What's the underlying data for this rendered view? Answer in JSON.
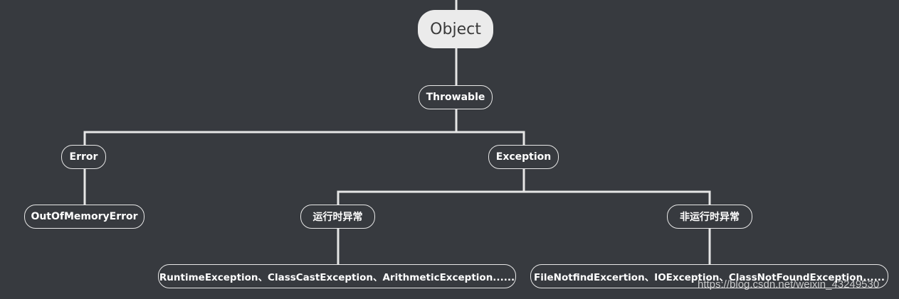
{
  "diagram": {
    "root": "Object",
    "throwable": "Throwable",
    "error": "Error",
    "exception": "Exception",
    "oom": "OutOfMemoryError",
    "runtime": "运行时异常",
    "non_runtime": "非运行时异常",
    "runtime_examples": "RuntimeException、ClassCastException、ArithmeticException......",
    "non_runtime_examples": "FileNotfindExcertion、IOException、ClassNotFoundException......"
  },
  "watermark": "https://blog.csdn.net/weixin_43249530",
  "colors": {
    "background": "#373a3f",
    "line": "#e6e6e6",
    "root_fill": "#ebebeb"
  }
}
